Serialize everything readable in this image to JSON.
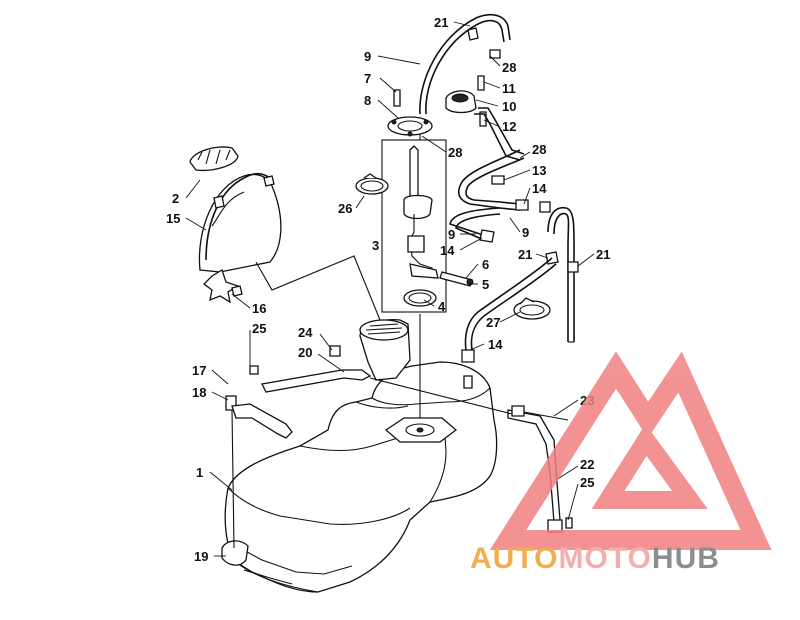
{
  "callouts": [
    {
      "id": "c21a",
      "label": "21"
    },
    {
      "id": "c9a",
      "label": "9"
    },
    {
      "id": "c28a",
      "label": "28"
    },
    {
      "id": "c7",
      "label": "7"
    },
    {
      "id": "c11",
      "label": "11"
    },
    {
      "id": "c8",
      "label": "8"
    },
    {
      "id": "c10",
      "label": "10"
    },
    {
      "id": "c12",
      "label": "12"
    },
    {
      "id": "c28b",
      "label": "28"
    },
    {
      "id": "c28c",
      "label": "28"
    },
    {
      "id": "c13",
      "label": "13"
    },
    {
      "id": "c14a",
      "label": "14"
    },
    {
      "id": "c2",
      "label": "2"
    },
    {
      "id": "c15",
      "label": "15"
    },
    {
      "id": "c26",
      "label": "26"
    },
    {
      "id": "c9b",
      "label": "9"
    },
    {
      "id": "c14b",
      "label": "14"
    },
    {
      "id": "c9c",
      "label": "9"
    },
    {
      "id": "c3",
      "label": "3"
    },
    {
      "id": "c21b",
      "label": "21"
    },
    {
      "id": "c21c",
      "label": "21"
    },
    {
      "id": "c6",
      "label": "6"
    },
    {
      "id": "c5",
      "label": "5"
    },
    {
      "id": "c16",
      "label": "16"
    },
    {
      "id": "c4",
      "label": "4"
    },
    {
      "id": "c25a",
      "label": "25"
    },
    {
      "id": "c27",
      "label": "27"
    },
    {
      "id": "c24",
      "label": "24"
    },
    {
      "id": "c20",
      "label": "20"
    },
    {
      "id": "c14c",
      "label": "14"
    },
    {
      "id": "c17",
      "label": "17"
    },
    {
      "id": "c18",
      "label": "18"
    },
    {
      "id": "c23",
      "label": "23"
    },
    {
      "id": "c1",
      "label": "1"
    },
    {
      "id": "c22",
      "label": "22"
    },
    {
      "id": "c25b",
      "label": "25"
    },
    {
      "id": "c19",
      "label": "19"
    }
  ],
  "watermark": {
    "part1": "AUTO",
    "part2": "MOTO",
    "part3": "HUB",
    "color_primary": "#f0a030",
    "color_secondary": "#f4a0a0",
    "color_tertiary": "#7a7a7a",
    "logo_color": "#f28080"
  }
}
